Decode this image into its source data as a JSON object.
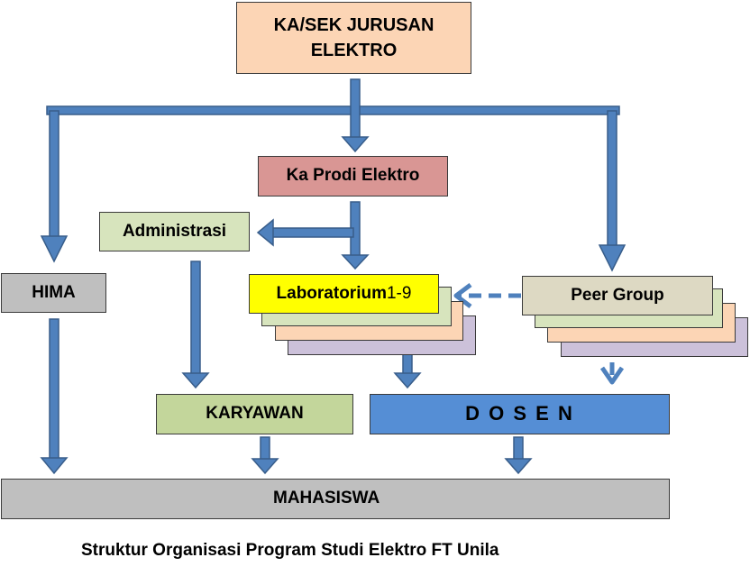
{
  "title": "Struktur Organisasi Program Studi Elektro FT Unila",
  "colors": {
    "arrow": "#4f81bd",
    "arrow_border": "#385d8a",
    "kajur": "#fcd5b5",
    "kaprodi": "#d99694",
    "administrasi": "#d7e4bd",
    "hima": "#bfbfbf",
    "laboratorium": "#ffff00",
    "peer_group": "#ddd9c3",
    "layer_green": "#d7e4bd",
    "layer_peach": "#fcd5b5",
    "layer_purple": "#ccc1da",
    "karyawan": "#c3d69b",
    "dosen": "#558ed5",
    "mahasiswa": "#bfbfbf"
  },
  "nodes": {
    "kajur": {
      "line1": "KA/SEK JURUSAN",
      "line2": "ELEKTRO"
    },
    "kaprodi": {
      "label": "Ka Prodi Elektro"
    },
    "administrasi": {
      "label": "Administrasi"
    },
    "hima": {
      "label": "HIMA"
    },
    "laboratorium": {
      "label": "Laboratorium",
      "range": " 1-9"
    },
    "peer_group": {
      "label": "Peer Group"
    },
    "karyawan": {
      "label": "KARYAWAN"
    },
    "dosen": {
      "label": "D O S E N"
    },
    "mahasiswa": {
      "label": "MAHASISWA"
    }
  },
  "connections": [
    {
      "from": "kajur",
      "to": "kaprodi",
      "style": "solid"
    },
    {
      "from": "kajur",
      "to": "hima",
      "style": "solid"
    },
    {
      "from": "kajur",
      "to": "peer_group",
      "style": "solid"
    },
    {
      "from": "kaprodi",
      "to": "administrasi",
      "style": "solid"
    },
    {
      "from": "kaprodi",
      "to": "laboratorium",
      "style": "solid"
    },
    {
      "from": "administrasi",
      "to": "karyawan",
      "style": "solid"
    },
    {
      "from": "laboratorium",
      "to": "dosen",
      "style": "solid"
    },
    {
      "from": "peer_group",
      "to": "laboratorium",
      "style": "dashed"
    },
    {
      "from": "peer_group",
      "to": "dosen",
      "style": "dashed"
    },
    {
      "from": "hima",
      "to": "mahasiswa",
      "style": "solid"
    },
    {
      "from": "karyawan",
      "to": "mahasiswa",
      "style": "solid"
    },
    {
      "from": "dosen",
      "to": "mahasiswa",
      "style": "solid"
    }
  ]
}
